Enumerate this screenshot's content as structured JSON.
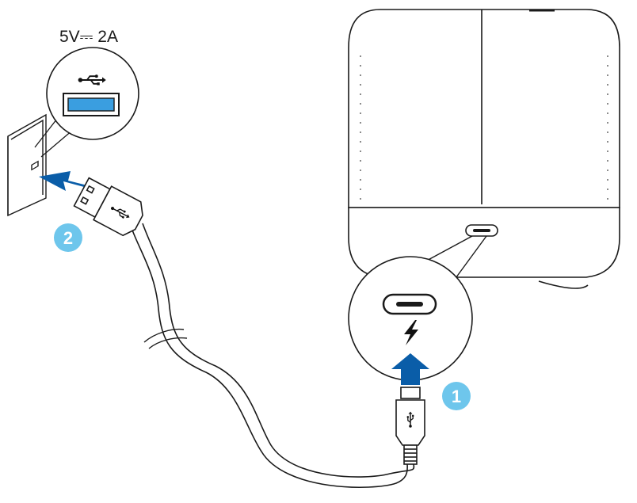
{
  "power_spec": "5V⎓ 2A",
  "steps": [
    {
      "number": "1",
      "color": "#6ec6ec"
    },
    {
      "number": "2",
      "color": "#6ec6ec"
    }
  ],
  "arrow_color": "#0a5da8",
  "usb_port_color": "#3a9ee0",
  "line_color": "#1a1a1a",
  "icons": {
    "usb": "usb-symbol-icon",
    "lightning": "lightning-bolt-icon"
  }
}
